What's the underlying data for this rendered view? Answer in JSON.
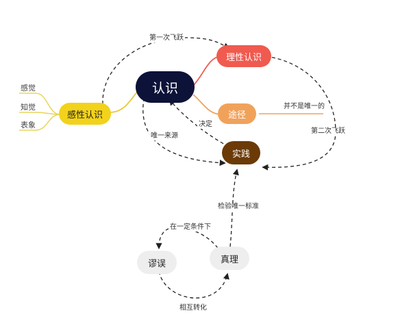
{
  "nodes": {
    "cognition": "认识",
    "perceptual": "感性认识",
    "rational": "理性认识",
    "path": "途径",
    "practice": "实践",
    "truth": "真理",
    "error": "谬误"
  },
  "leaves": [
    "感觉",
    "知觉",
    "表象"
  ],
  "edge_labels": {
    "first_leap": "第一次飞跃",
    "second_leap": "第二次飞跃",
    "not_only": "并不是唯一的",
    "decides": "决定",
    "only_source": "唯一来源",
    "criterion": "检验唯一标准",
    "conditions": "在一定条件下",
    "mutual": "相互转化"
  },
  "colors": {
    "cognition": "#0d1238",
    "perceptual": "#f2d21b",
    "rational": "#f05a4f",
    "path": "#f0a25b",
    "practice": "#6b3a07",
    "truth_error_fill": "#eeeeee",
    "dashed": "#222222",
    "leaf_lines": "#e8d55a"
  }
}
